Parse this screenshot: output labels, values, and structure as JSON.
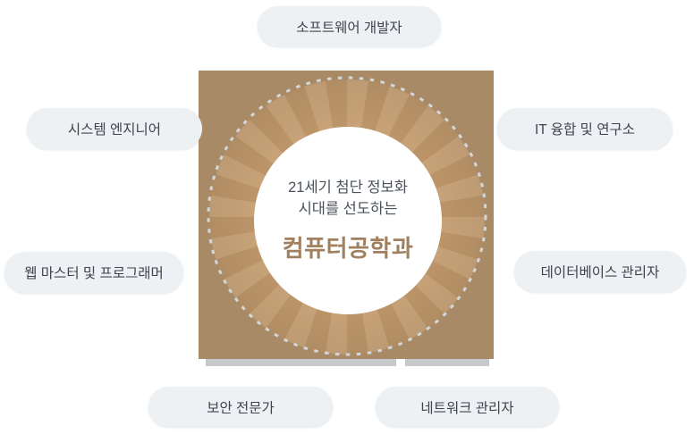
{
  "center": {
    "subtitle_line1": "21세기 첨단 정보화",
    "subtitle_line2": "시대를 선도하는",
    "department": "컴퓨터공학과"
  },
  "labels": [
    {
      "text": "소프트웨어 개발자"
    },
    {
      "text": "시스템 엔지니어"
    },
    {
      "text": "IT 융합 및 연구소"
    },
    {
      "text": "웹 마스터 및 프로그래머"
    },
    {
      "text": "데이터베이스 관리자"
    },
    {
      "text": "보안 전문가"
    },
    {
      "text": "네트워크 관리자"
    }
  ],
  "colors": {
    "square_brown": "#a98a67",
    "ring_tan": "#c79e71",
    "department_title": "#a0805f",
    "subtitle_text": "#4a5159",
    "pill_background": "#eef1f3",
    "pill_text": "#3d444e",
    "dashed_circle": "#d3d7d9",
    "reflection_bar": "#c5c9cc"
  }
}
